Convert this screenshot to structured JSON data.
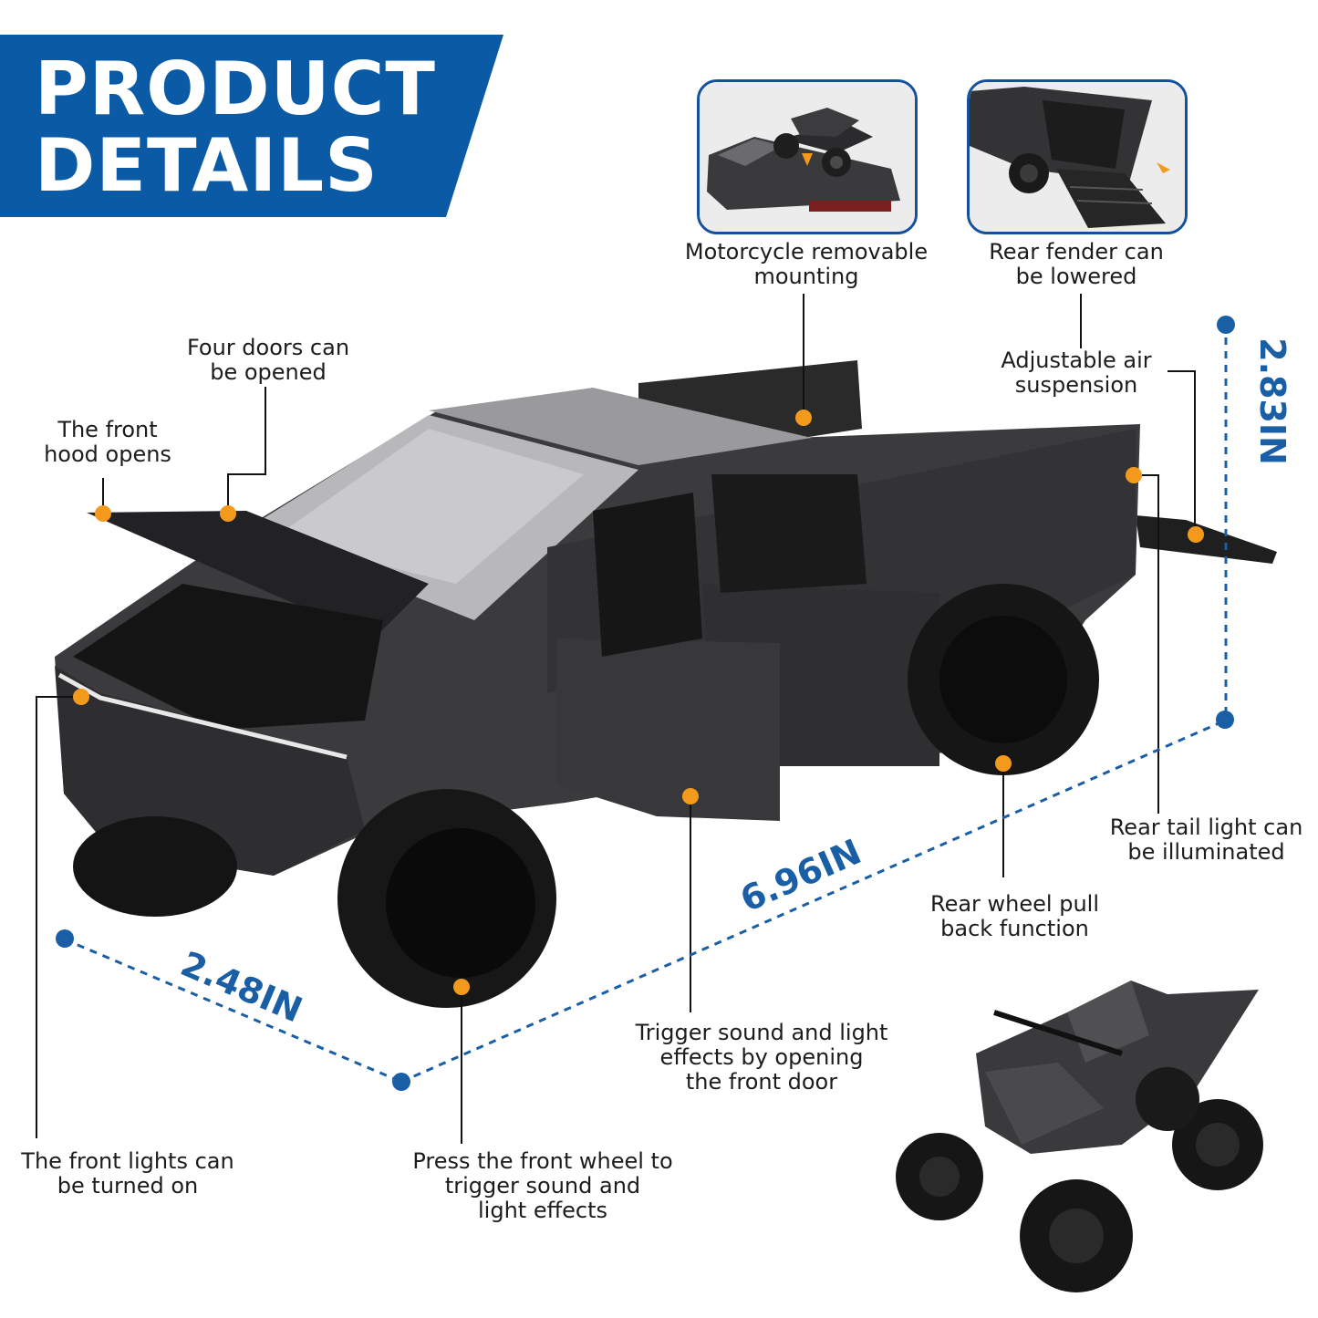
{
  "banner": {
    "line1": "PRODUCT",
    "line2": "DETAILS",
    "color": "#0b5aa6"
  },
  "accent_color": "#f39a1c",
  "dimension_color": "#1a5fa6",
  "dimensions": {
    "height": "2.83IN",
    "length": "6.96IN",
    "width": "2.48IN"
  },
  "callouts": {
    "motorcycle": [
      "Motorcycle removable",
      "mounting"
    ],
    "rear_fender": [
      "Rear fender can",
      "be lowered"
    ],
    "doors": [
      "Four doors can",
      "be opened"
    ],
    "hood": [
      "The front",
      "hood opens"
    ],
    "suspension": [
      "Adjustable air",
      "suspension"
    ],
    "tail_light": [
      "Rear tail light can",
      "be illuminated"
    ],
    "pull_back": [
      "Rear wheel pull",
      "back function"
    ],
    "front_door": [
      "Trigger sound and light",
      "effects by opening",
      "the front door"
    ],
    "front_lights": [
      "The front lights can",
      "be turned on"
    ],
    "front_wheel": [
      "Press the front wheel to",
      "trigger sound and",
      "light effects"
    ]
  }
}
